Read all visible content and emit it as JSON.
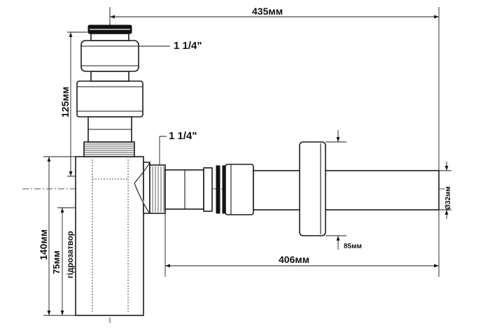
{
  "labels": {
    "overall_length": "435мм",
    "outlet_length": "406мм",
    "top_thread": "1 1/4\"",
    "side_thread": "1 1/4\"",
    "upper_height": "125мм",
    "body_height": "140мм",
    "water_seal_height": "75мм",
    "water_seal_name": "гідрозатвор",
    "pipe_diameter": "Ø32мм",
    "flange_size": "85мм"
  }
}
